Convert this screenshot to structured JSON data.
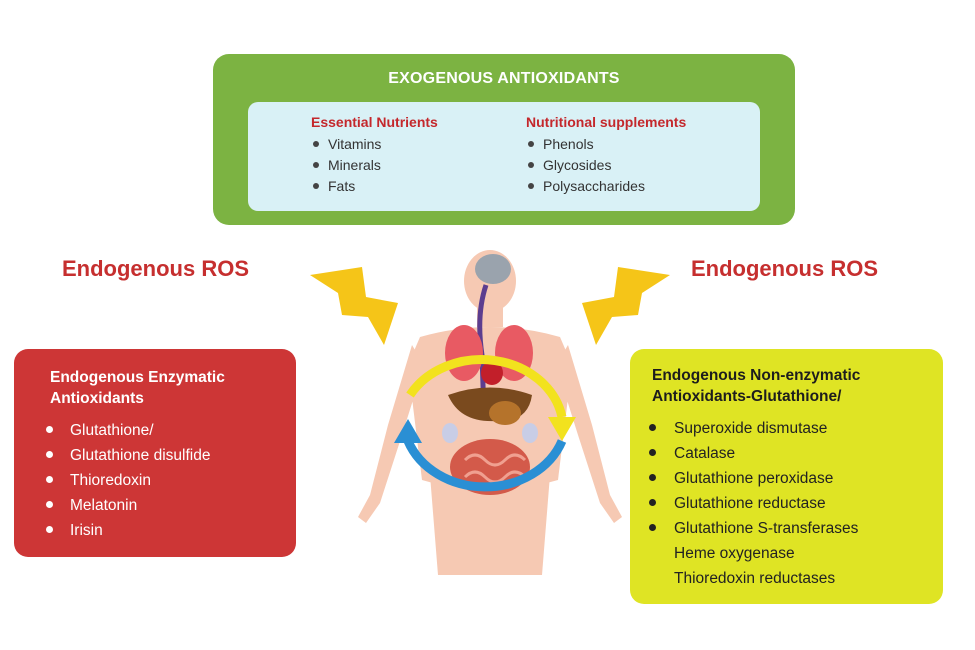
{
  "exogenous": {
    "title": "EXOGENOUS ANTIOXIDANTS",
    "essential": {
      "heading": "Essential Nutrients",
      "items": [
        "Vitamins",
        "Minerals",
        "Fats"
      ]
    },
    "supplements": {
      "heading": "Nutritional supplements",
      "items": [
        "Phenols",
        "Glycosides",
        "Polysaccharides"
      ]
    }
  },
  "ros_left": "Endogenous ROS",
  "ros_right": "Endogenous ROS",
  "enzymatic": {
    "title_line1": "Endogenous Enzymatic",
    "title_line2": "Antioxidants",
    "items": [
      "Glutathione/",
      "Glutathione disulfide",
      "Thioredoxin",
      "Melatonin",
      "Irisin"
    ]
  },
  "non_enzymatic": {
    "title_line1": "Endogenous Non-enzymatic",
    "title_line2": "Antioxidants-Glutathione/",
    "items": [
      "Superoxide dismutase",
      "Catalase",
      "Glutathione peroxidase",
      "Glutathione reductase",
      "Glutathione S-transferases"
    ],
    "extra": [
      "Heme oxygenase",
      "Thioredoxin reductases"
    ]
  },
  "colors": {
    "exogenous_box": "#7cb342",
    "inner_box": "#d9f1f6",
    "heading_red": "#c4282c",
    "enzymatic_box": "#cd3636",
    "non_enzymatic_box": "#dfe424",
    "lightning": "#f5c518",
    "arrow_yellow": "#f2e21e",
    "arrow_blue": "#2a8fd4"
  }
}
